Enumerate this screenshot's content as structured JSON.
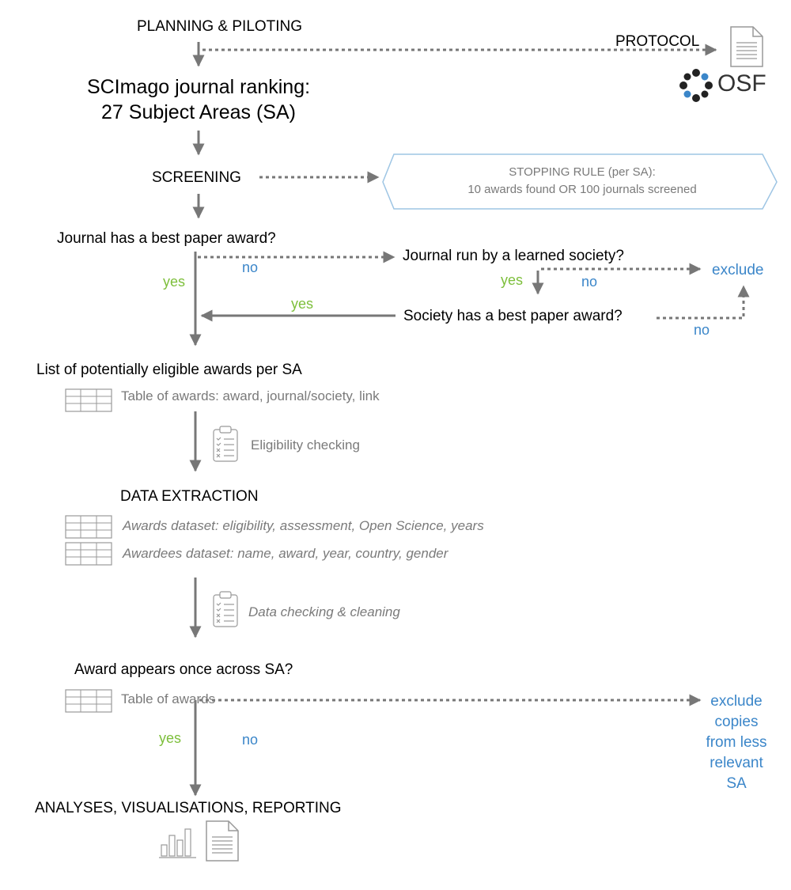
{
  "planning": "PLANNING & PILOTING",
  "protocol": "PROTOCOL",
  "osf": "OSF",
  "scimago_line1": "SCImago journal ranking:",
  "scimago_line2": "27 Subject Areas (SA)",
  "screening": "SCREENING",
  "stopping_line1": "STOPPING RULE (per SA):",
  "stopping_line2": "10 awards found   OR   100 journals screened",
  "q_journal_award": "Journal has a best paper award?",
  "q_society": "Journal run by a learned society?",
  "q_society_award": "Society has a best paper award?",
  "yes": "yes",
  "no": "no",
  "exclude": "exclude",
  "list_awards": "List of potentially eligible awards per SA",
  "table_awards_link": "Table of awards: award, journal/society, link",
  "eligibility_checking": "Eligibility checking",
  "data_extraction": "DATA EXTRACTION",
  "awards_dataset": "Awards dataset: eligibility, assessment, Open Science, years",
  "awardees_dataset": "Awardees dataset: name, award, year, country, gender",
  "data_checking": "Data checking & cleaning",
  "q_award_once": "Award appears once across SA?",
  "table_awards": "Table of awards",
  "exclude_copies": [
    "exclude",
    "copies",
    "from less",
    "relevant",
    "SA"
  ],
  "analyses": "ANALYSES, VISUALISATIONS, REPORTING",
  "colors": {
    "arrow": "#777777",
    "yes": "#7dbf3b",
    "no": "#3b86c9",
    "grey_text": "#7a7a7a",
    "stop_border": "#9ec5e4",
    "osf_blue": "#3b86c9"
  },
  "icons": [
    "document-icon",
    "osf-logo-icon",
    "table-icon",
    "clipboard-checklist-icon",
    "bar-chart-icon"
  ]
}
